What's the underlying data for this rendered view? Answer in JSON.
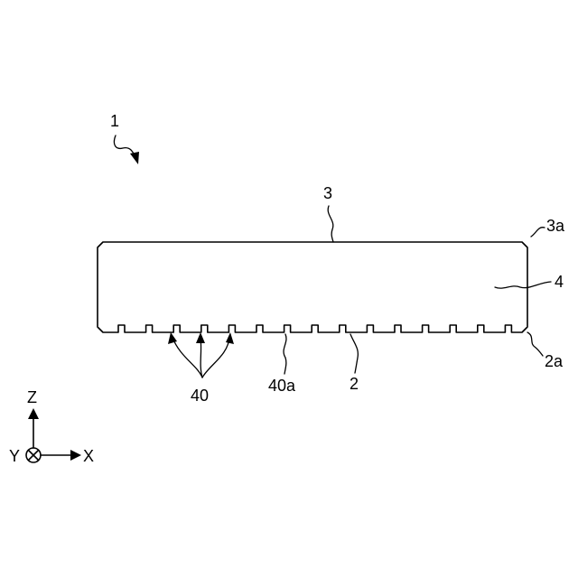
{
  "figure": {
    "labels": {
      "device": "1",
      "upper_layer": "3",
      "upper_corner": "3a",
      "middle_layer": "4",
      "lower_corner": "2a",
      "grooves": "40",
      "groove_bottom": "40a",
      "lower_layer": "2"
    },
    "groove_count": 15,
    "axes": {
      "z": "Z",
      "y": "Y",
      "x": "X"
    }
  }
}
